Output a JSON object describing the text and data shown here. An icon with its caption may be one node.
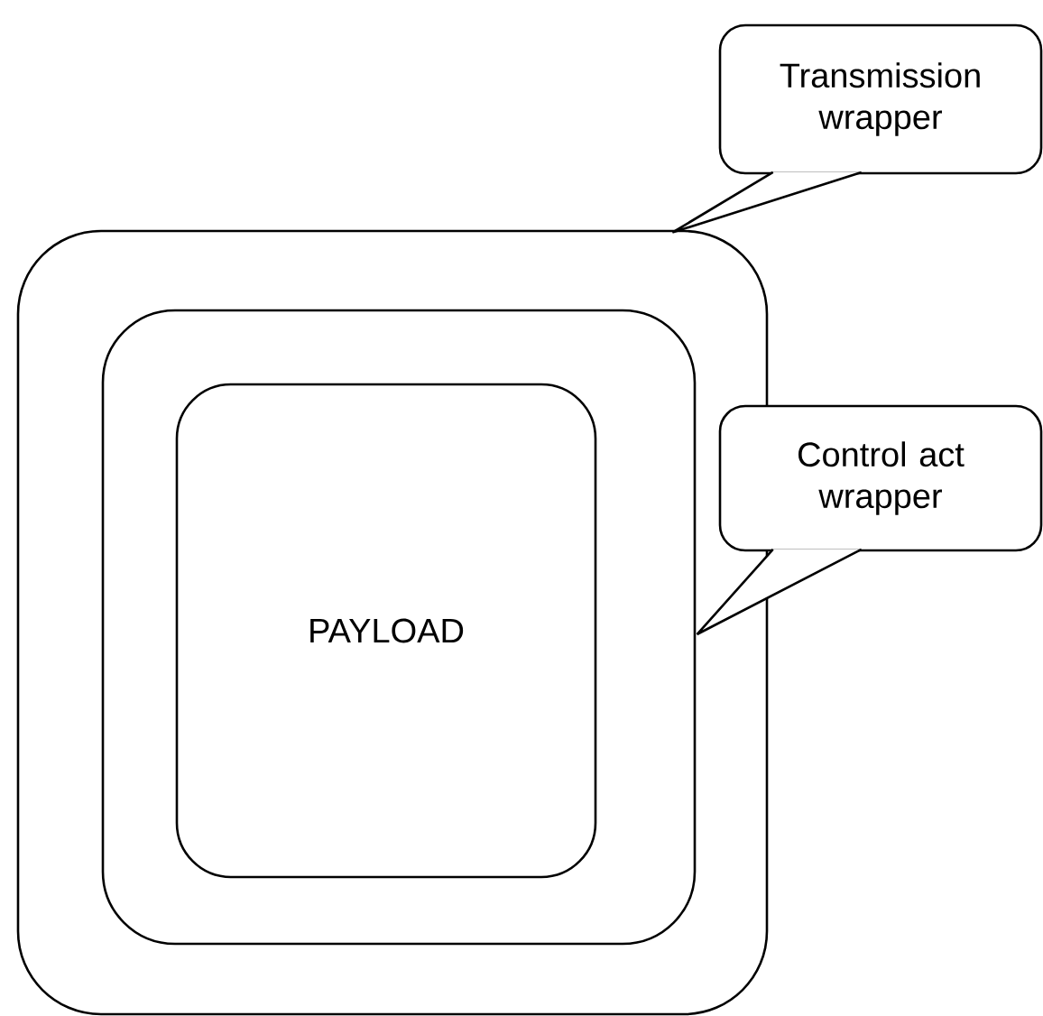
{
  "diagram": {
    "nodes": [
      {
        "text": [],
        "shape": "box"
      },
      {
        "text": [],
        "shape": "box",
        "in": 0
      },
      {
        "text": [
          "PAYLOAD"
        ],
        "in": 1
      },
      {
        "text": [
          "Transmission wrapper"
        ]
      },
      {
        "text": [
          "Control act wrapper"
        ]
      }
    ],
    "edges": [
      {
        "from": 3,
        "to": 0,
        "arrow": "none"
      },
      {
        "from": 4,
        "to": 1,
        "arrow": "none"
      }
    ]
  }
}
